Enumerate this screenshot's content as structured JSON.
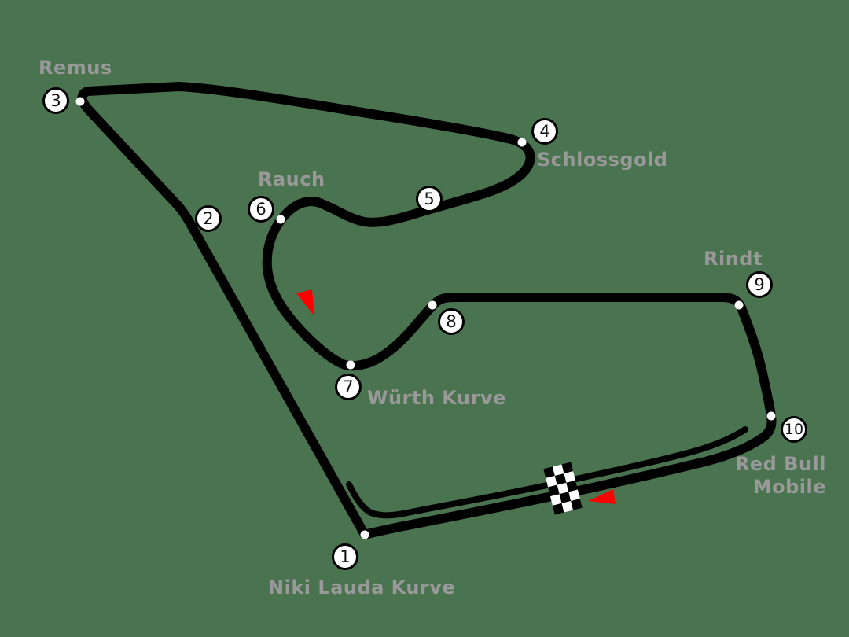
{
  "figure": {
    "type": "race-circuit-map",
    "circuit_features": [
      "start-finish-checkered-flag",
      "pit-lane",
      "direction-arrows"
    ]
  },
  "colors": {
    "background": "#4a7350",
    "track": "#000000",
    "pit_lane": "#000000",
    "label_text": "#999999",
    "marker_fill": "#ffffff",
    "marker_border": "#000000",
    "marker_text": "#111111",
    "direction_arrow": "#ff0000",
    "track_dot": "#ffffff"
  },
  "corners": [
    {
      "number": "1",
      "name": "Niki Lauda Kurve"
    },
    {
      "number": "2",
      "name": ""
    },
    {
      "number": "3",
      "name": "Remus"
    },
    {
      "number": "4",
      "name": "Schlossgold"
    },
    {
      "number": "5",
      "name": ""
    },
    {
      "number": "6",
      "name": "Rauch"
    },
    {
      "number": "7",
      "name": "Würth Kurve"
    },
    {
      "number": "8",
      "name": ""
    },
    {
      "number": "9",
      "name": "Rindt"
    },
    {
      "number": "10",
      "name": "Red Bull Mobile",
      "label_lines": [
        "Red Bull",
        "Mobile"
      ]
    }
  ],
  "icons": {
    "start_finish": "checkered-flag-icon",
    "direction_near_turn6": "red-arrow-down-icon",
    "direction_start_finish": "red-arrow-left-icon"
  }
}
